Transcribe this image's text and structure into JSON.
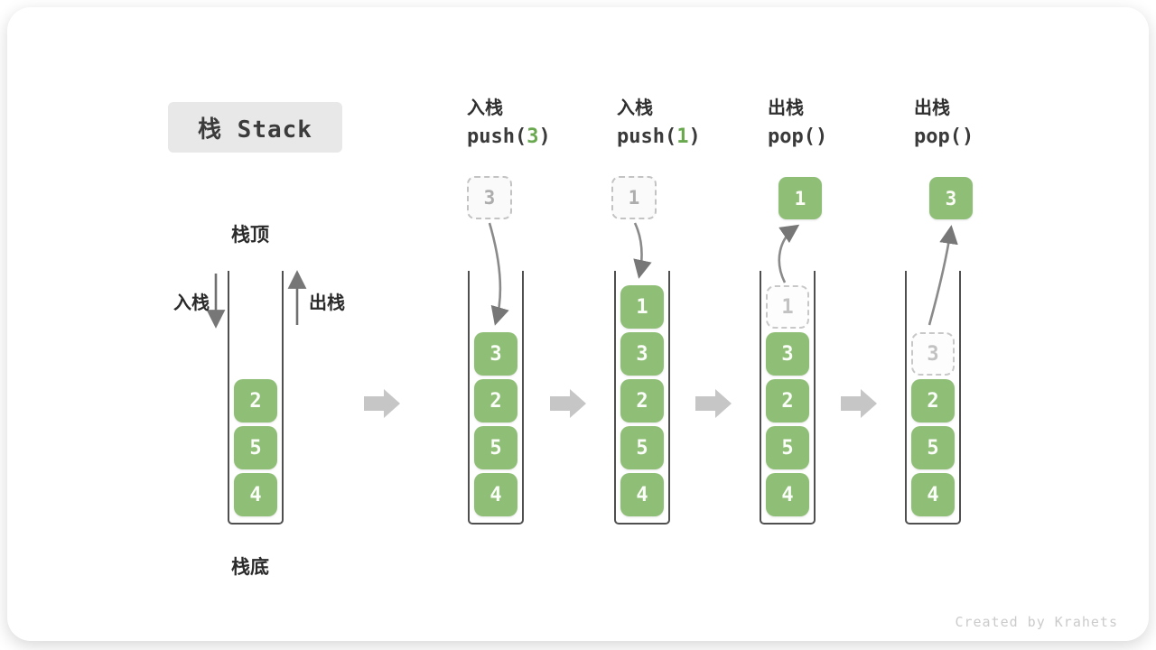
{
  "title": "栈 Stack",
  "watermark": "Created by Krahets",
  "labels": {
    "stack_top": "栈顶",
    "stack_bottom": "栈底",
    "push_side": "入栈",
    "pop_side": "出栈"
  },
  "colors": {
    "cell_green": "#8fbf77",
    "code_arg_green": "#69a84f",
    "block_arrow_gray": "#c6c6c6",
    "curve_arrow_gray": "#8a8a8a",
    "dashed_border_gray": "#c3c3c3",
    "title_box_bg": "#e8e8e8",
    "text_dark": "#3a3a3a"
  },
  "ops": [
    {
      "name": "入栈",
      "code_pre": "push(",
      "code_arg": "3",
      "code_post": ")"
    },
    {
      "name": "入栈",
      "code_pre": "push(",
      "code_arg": "1",
      "code_post": ")"
    },
    {
      "name": "出栈",
      "code_pre": "pop(",
      "code_arg": "",
      "code_post": ")"
    },
    {
      "name": "出栈",
      "code_pre": "pop(",
      "code_arg": "",
      "code_post": ")"
    }
  ],
  "stacks": [
    {
      "cells": [
        "2",
        "5",
        "4"
      ]
    },
    {
      "incoming": "3",
      "cells": [
        "3",
        "2",
        "5",
        "4"
      ]
    },
    {
      "incoming": "1",
      "cells": [
        "1",
        "3",
        "2",
        "5",
        "4"
      ]
    },
    {
      "outgoing": "1",
      "ghost": "1",
      "cells": [
        "3",
        "2",
        "5",
        "4"
      ]
    },
    {
      "outgoing": "3",
      "ghost": "3",
      "cells": [
        "2",
        "5",
        "4"
      ]
    }
  ]
}
